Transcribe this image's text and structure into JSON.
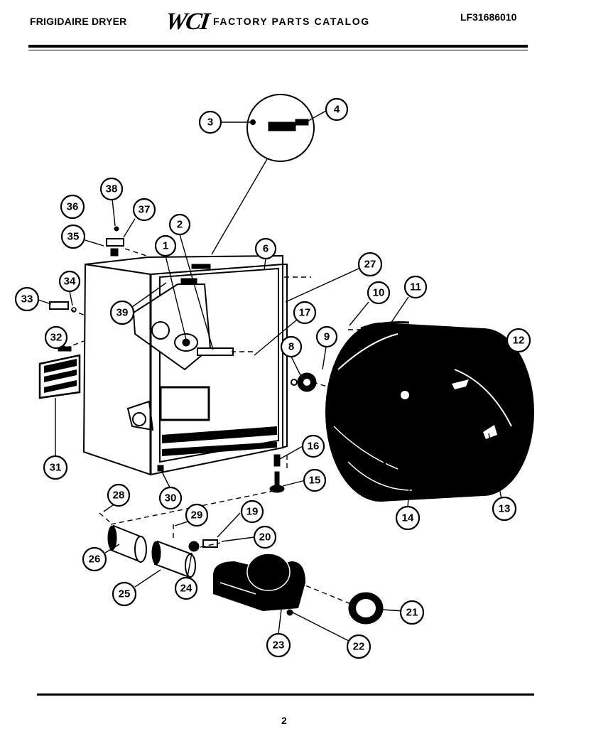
{
  "header": {
    "brand": "FRIGIDAIRE DRYER",
    "logo": "WCI",
    "title": "FACTORY PARTS CATALOG",
    "model_number": "LF31686010"
  },
  "footer": {
    "page_number": "2"
  },
  "callouts": [
    "1",
    "2",
    "3",
    "4",
    "6",
    "8",
    "9",
    "10",
    "11",
    "12",
    "13",
    "14",
    "15",
    "16",
    "17",
    "19",
    "20",
    "21",
    "22",
    "23",
    "24",
    "25",
    "26",
    "27",
    "28",
    "29",
    "30",
    "31",
    "32",
    "33",
    "34",
    "35",
    "36",
    "37",
    "38",
    "39"
  ]
}
